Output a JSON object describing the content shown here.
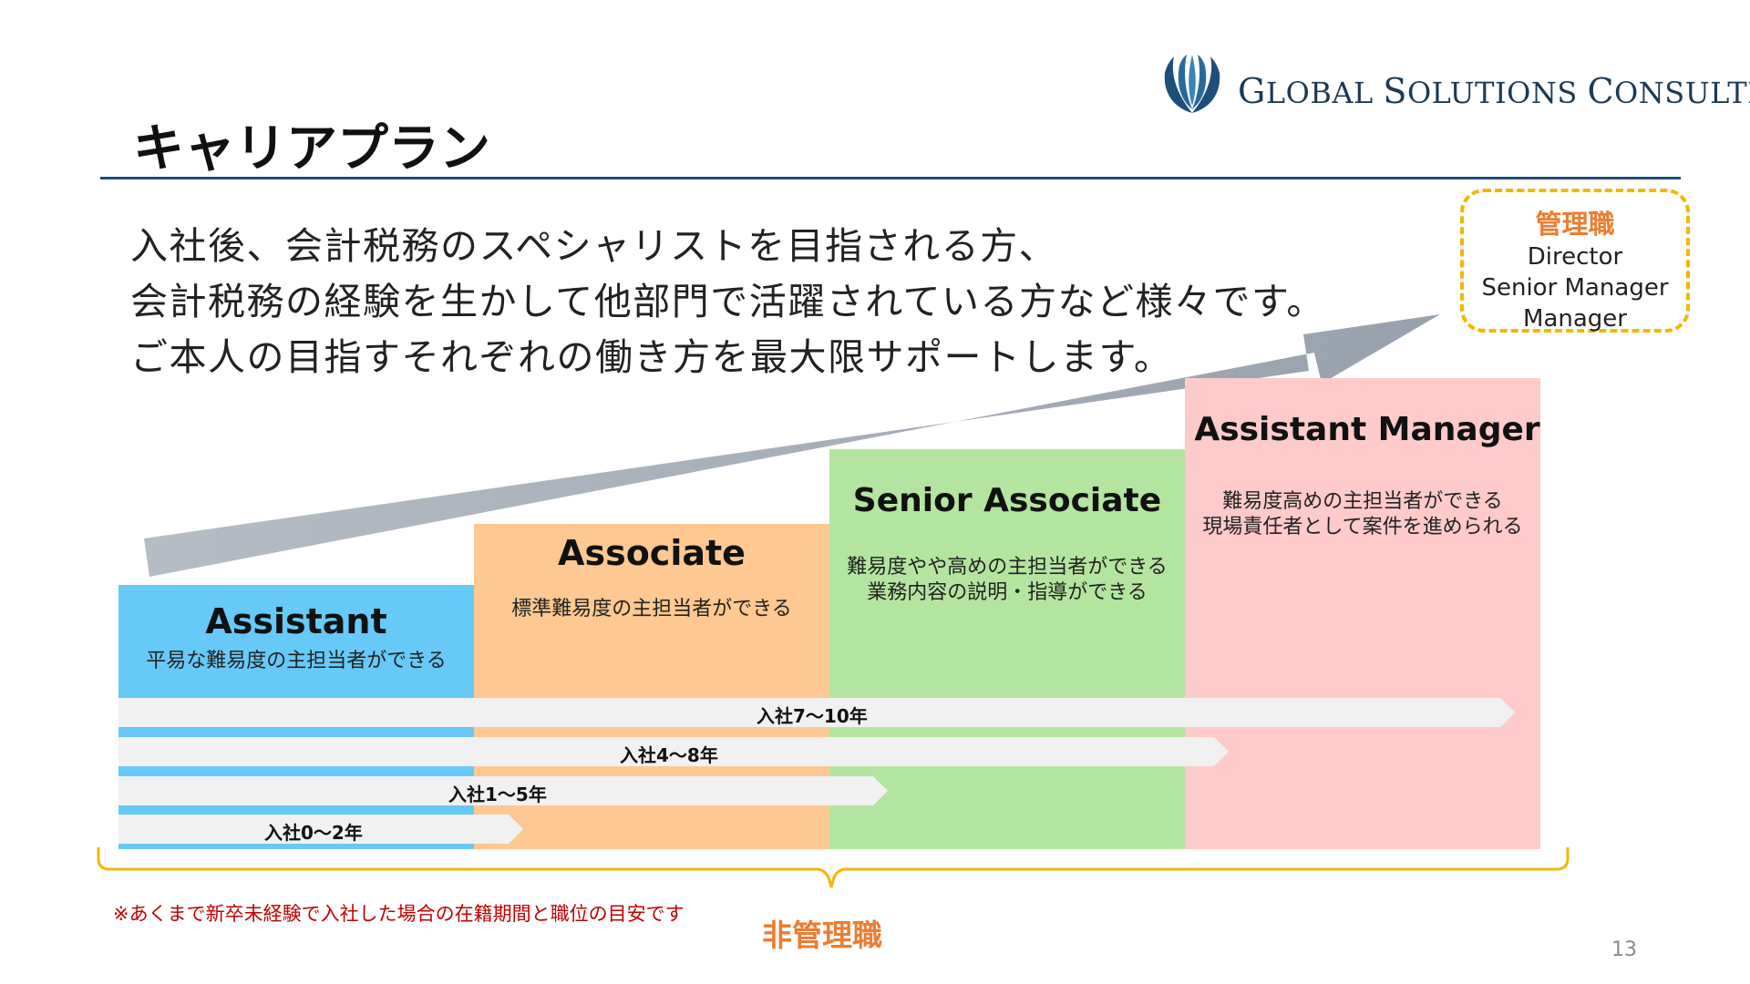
{
  "header": {
    "company_name": "GLOBAL SOLUTIONS CONSULTING",
    "company_parts": [
      {
        "big": "G",
        "small": "LOBAL "
      },
      {
        "big": "S",
        "small": "OLUTIONS "
      },
      {
        "big": "C",
        "small": "ONSULTING"
      }
    ],
    "logo_icon": "wave-crest-logo-icon",
    "title": "キャリアプラン"
  },
  "intro": {
    "line1": "入社後、会計税務のスペシャリストを目指される方、",
    "line2": "会計税務の経験を生かして他部門で活躍されている方など様々です。",
    "line3": "ご本人の目指すそれぞれの働き方を最大限サポートします。"
  },
  "management": {
    "title": "管理職",
    "roles": [
      "Director",
      "Senior Manager",
      "Manager"
    ]
  },
  "levels": [
    {
      "name": "Assistant",
      "desc": [
        "平易な難易度の主担当者ができる"
      ],
      "color": "#66c9f8"
    },
    {
      "name": "Associate",
      "desc": [
        "標準難易度の主担当者ができる"
      ],
      "color": "#fdc891"
    },
    {
      "name": "Senior Associate",
      "desc": [
        "難易度やや高めの主担当者ができる",
        "業務内容の説明・指導ができる"
      ],
      "color": "#b3e5a0"
    },
    {
      "name": "Assistant Manager",
      "desc": [
        "難易度高めの主担当者ができる",
        "現場責任者として案件を進められる"
      ],
      "color": "#ffcaca"
    }
  ],
  "tenure": [
    "入社7〜10年",
    "入社4〜8年",
    "入社1〜5年",
    "入社0〜2年"
  ],
  "non_management_label": "非管理職",
  "note": "※あくまで新卒未経験で入社した場合の在籍期間と職位の目安です",
  "page_number": "13",
  "colors": {
    "rule": "#1e4e79",
    "accent_orange": "#ec7d31",
    "dash_border": "#f2b705",
    "note_red": "#c00000",
    "arrow_gray": "#a9b0b9"
  }
}
